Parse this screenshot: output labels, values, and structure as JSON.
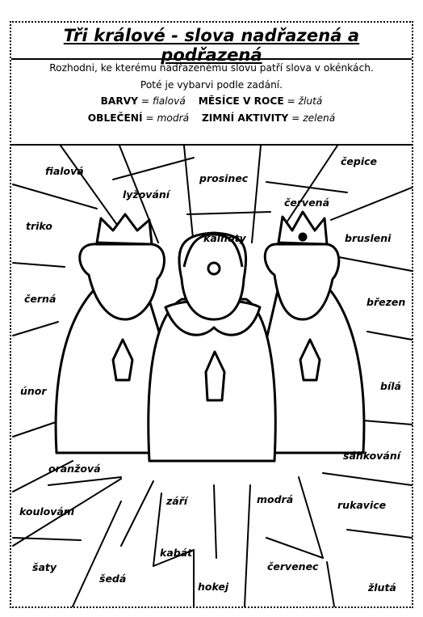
{
  "title": "Tři králové - slova nadřazená a podřazená",
  "instructions": {
    "line1": "Rozhodni, ke kterému nadřazenému slovu patří slova v okénkách.",
    "line2": "Poté je vybarvi podle zadání.",
    "legend": [
      {
        "category": "BARVY",
        "color_word": "fialová"
      },
      {
        "category": "MĚSÍCE V ROCE",
        "color_word": "žlutá"
      },
      {
        "category": "OBLEČENÍ",
        "color_word": "modrá"
      },
      {
        "category": "ZIMNÍ AKTIVITY",
        "color_word": "zelená"
      }
    ]
  },
  "words": [
    "fialová",
    "lyžování",
    "prosinec",
    "čepice",
    "červená",
    "triko",
    "kalhoty",
    "brusleni",
    "černá",
    "březen",
    "únor",
    "bílá",
    "oranžová",
    "sáňkování",
    "koulování",
    "září",
    "modrá",
    "rukavice",
    "šaty",
    "šedá",
    "kabát",
    "červenec",
    "hokej",
    "žlutá"
  ]
}
